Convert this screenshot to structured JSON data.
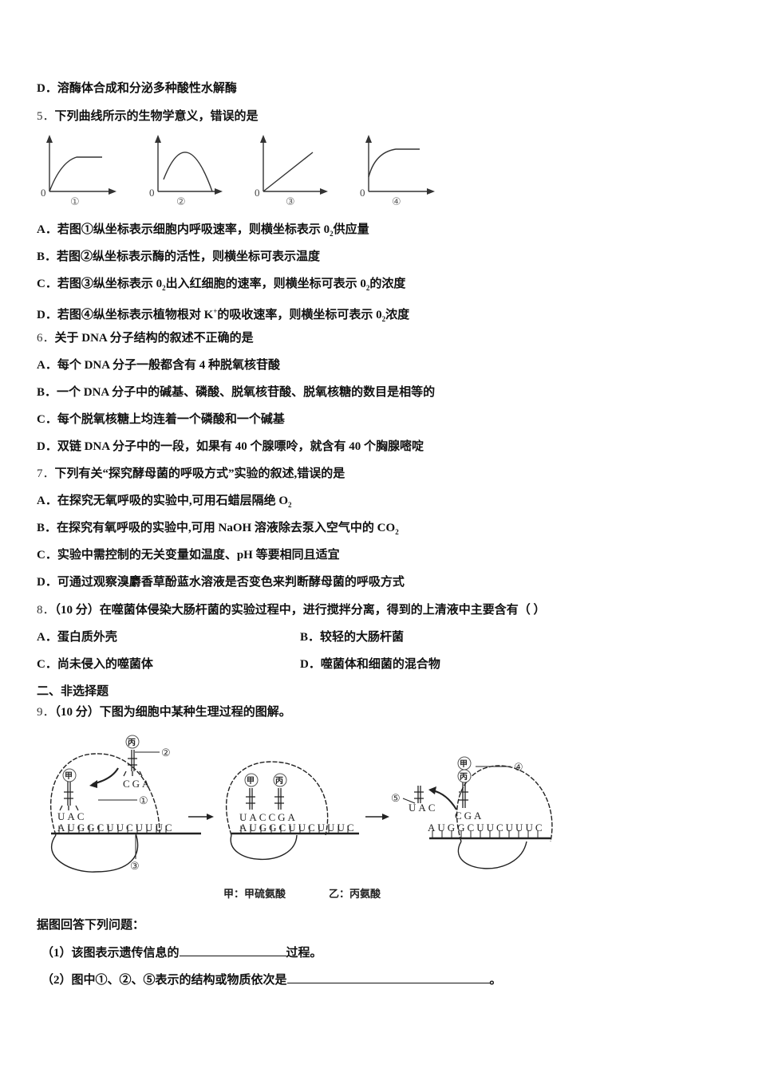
{
  "q4": {
    "option_d": "D．溶酶体合成和分泌多种酸性水解酶"
  },
  "q5": {
    "stem_num": "5．",
    "stem": "下列曲线所示的生物学意义，错误的是",
    "graph_labels": [
      "①",
      "②",
      "③",
      "④"
    ],
    "origin_label": "0",
    "options": {
      "a_prefix": "A．若图①纵坐标表示细胞内呼吸速率，则横坐标表示 0",
      "a_sub": "2",
      "a_suffix": "供应量",
      "b": "B．若图②纵坐标表示酶的活性，则横坐标可表示温度",
      "c_prefix": "C．若图③纵坐标表示 0",
      "c_sub1": "2",
      "c_mid": "出入红细胞的速率，则横坐标可表示 0",
      "c_sub2": "2",
      "c_suffix": "的浓度",
      "d_prefix": "D．若图④纵坐标表示植物根对 K",
      "d_sup": "+",
      "d_mid": "的吸收速率，则横坐标可表示 0",
      "d_sub": "2",
      "d_suffix": "浓度"
    }
  },
  "q6": {
    "stem_num": "6．",
    "stem": "关于 DNA 分子结构的叙述不正确的是",
    "options": {
      "a": "A．每个 DNA 分子一般都含有 4 种脱氧核苷酸",
      "b": "B．一个 DNA 分子中的碱基、磷酸、脱氧核苷酸、脱氧核糖的数目是相等的",
      "c": "C．每个脱氧核糖上均连着一个磷酸和一个碱基",
      "d": "D．双链 DNA 分子中的一段，如果有 40 个腺嘌呤，就含有 40 个胸腺嘧啶"
    }
  },
  "q7": {
    "stem_num": "7．",
    "stem": "下列有关“探究酵母菌的呼吸方式”实验的叙述,错误的是",
    "options": {
      "a_prefix": "A．在探究无氧呼吸的实验中,可用石蜡层隔绝 O",
      "a_sub": "2",
      "b_prefix": "B．在探究有氧呼吸的实验中,可用 NaOH 溶液除去泵入空气中的 CO",
      "b_sub": "2",
      "c": "C．实验中需控制的无关变量如温度、pH 等要相同且适宜",
      "d": "D．可通过观察溴麝香草酚蓝水溶液是否变色来判断酵母菌的呼吸方式"
    }
  },
  "q8": {
    "stem_num": "8．",
    "stem": "（10 分）在噬菌体侵染大肠杆菌的实验过程中，进行搅拌分离，得到的上清液中主要含有（ ）",
    "options": {
      "a": "A．蛋白质外壳",
      "b": "B．较轻的大肠杆菌",
      "c": "C．尚未侵入的噬菌体",
      "d": "D．噬菌体和细菌的混合物"
    }
  },
  "section2": {
    "title": "二、非选择题"
  },
  "q9": {
    "stem_num": "9．",
    "stem": "（10 分）下图为细胞中某种生理过程的图解。",
    "diagram": {
      "amino_jia": "甲",
      "amino_bing": "丙",
      "anticodon_1": "UAC",
      "anticodon_2": "CGA",
      "mrna": "AUGGCUUCUUUC",
      "markers": [
        "①",
        "②",
        "③",
        "④",
        "⑤"
      ],
      "legend_jia": "甲：甲硫氨酸",
      "legend_yi": "乙：丙氨酸"
    },
    "intro": "据图回答下列问题：",
    "sub1_prefix": "（1）该图表示遗传信息的",
    "sub1_suffix": "过程。",
    "sub2_prefix": "（2）图中①、②、⑤表示的结构或物质依次是",
    "sub2_suffix": "。"
  }
}
